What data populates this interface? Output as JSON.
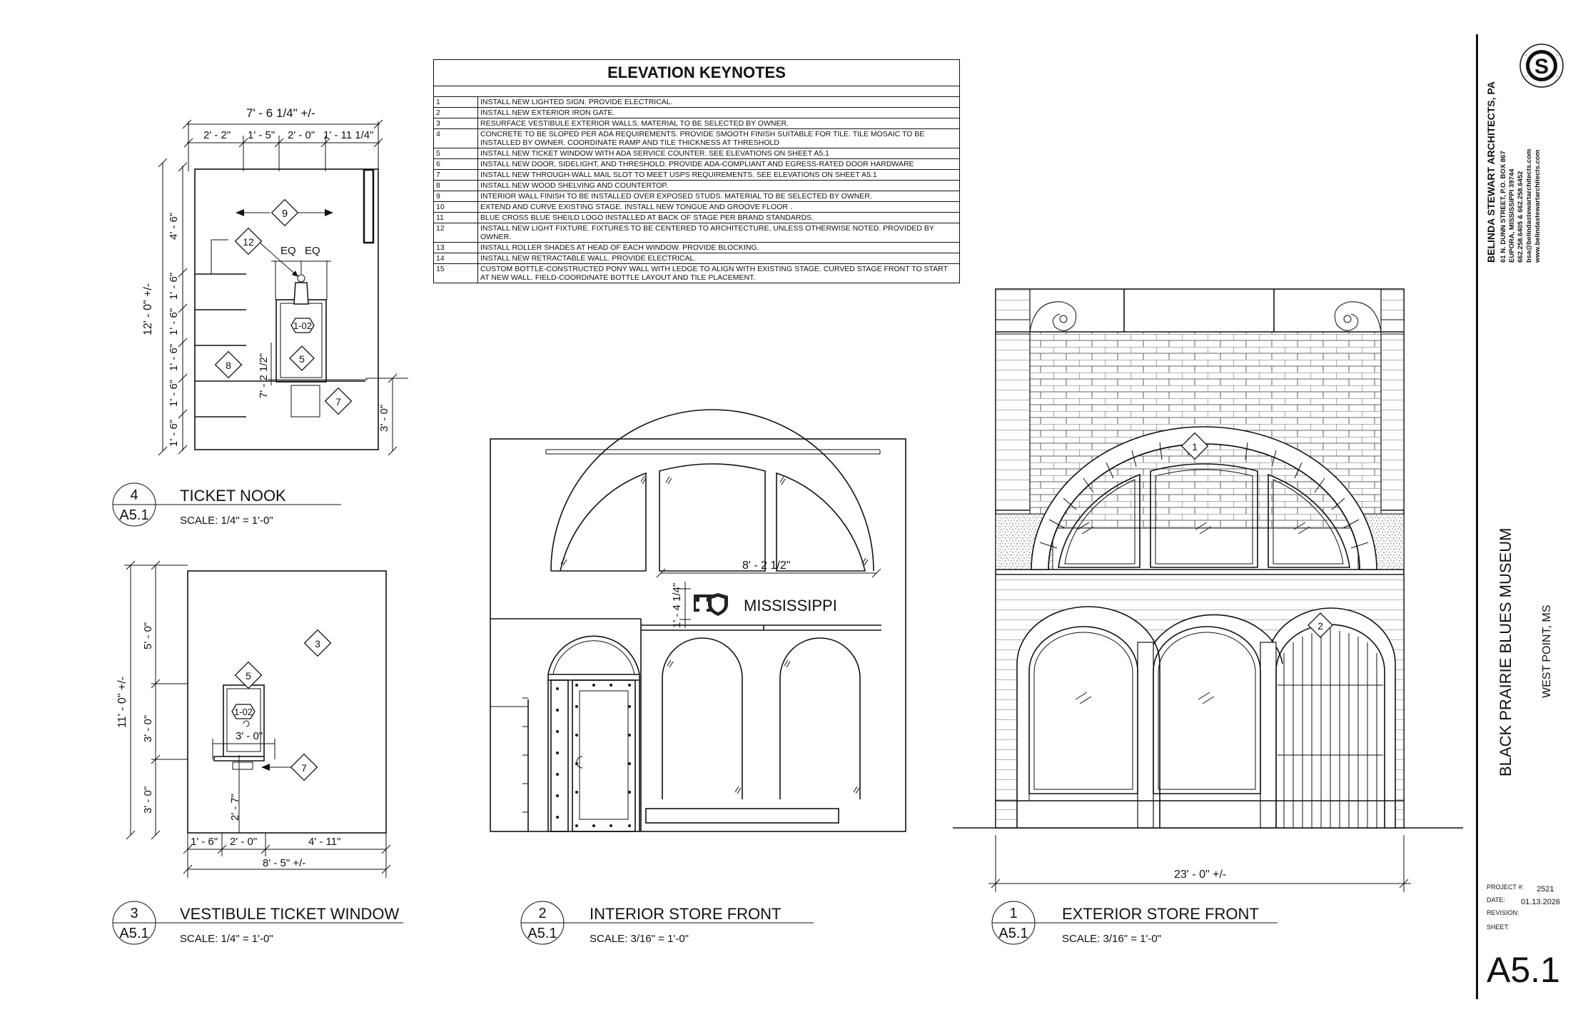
{
  "keynotes": {
    "title": "ELEVATION KEYNOTES",
    "items": [
      {
        "num": "1",
        "text": "INSTALL NEW LIGHTED SIGN. PROVIDE ELECTRICAL."
      },
      {
        "num": "2",
        "text": "INSTALL NEW EXTERIOR IRON GATE."
      },
      {
        "num": "3",
        "text": "RESURFACE VESTIBULE EXTERIOR WALLS. MATERIAL TO BE SELECTED BY OWNER."
      },
      {
        "num": "4",
        "text": "CONCRETE TO BE SLOPED PER ADA REQUIREMENTS. PROVIDE SMOOTH FINISH SUITABLE FOR TILE. TILE MOSAIC TO BE INSTALLED BY OWNER. COORDINATE RAMP AND TILE THICKNESS AT THRESHOLD"
      },
      {
        "num": "5",
        "text": "INSTALL NEW TICKET WINDOW WITH ADA SERVICE COUNTER. SEE ELEVATIONS ON SHEET A5.1"
      },
      {
        "num": "6",
        "text": "INSTALL NEW DOOR, SIDELIGHT, AND THRESHOLD. PROVIDE ADA-COMPLIANT AND EGRESS-RATED DOOR HARDWARE"
      },
      {
        "num": "7",
        "text": "INSTALL NEW THROUGH-WALL MAIL SLOT TO MEET USPS REQUIREMENTS. SEE ELEVATIONS ON SHEET A5.1"
      },
      {
        "num": "8",
        "text": "INSTALL NEW WOOD SHELVING AND COUNTERTOP."
      },
      {
        "num": "9",
        "text": "INTERIOR WALL FINISH TO BE INSTALLED OVER EXPOSED STUDS. MATERIAL TO BE SELECTED BY OWNER."
      },
      {
        "num": "10",
        "text": "EXTEND AND CURVE EXISTING STAGE. INSTALL NEW TONGUE AND GROOVE FLOOR ."
      },
      {
        "num": "11",
        "text": "BLUE CROSS BLUE SHEILD LOGO INSTALLED AT BACK OF STAGE PER BRAND STANDARDS."
      },
      {
        "num": "12",
        "text": "INSTALL NEW LIGHT FIXTURE. FIXTURES TO BE CENTERED TO ARCHITECTURE, UNLESS OTHERWISE NOTED. PROVIDED BY OWNER."
      },
      {
        "num": "13",
        "text": "INSTALL ROLLER SHADES AT HEAD OF EACH WINDOW. PROVIDE BLOCKING."
      },
      {
        "num": "14",
        "text": "INSTALL NEW RETRACTABLE WALL. PROVIDE ELECTRICAL."
      },
      {
        "num": "15",
        "text": "CUSTOM BOTTLE-CONSTRUCTED PONY WALL WITH LEDGE TO ALIGN WITH EXISTING STAGE. CURVED STAGE FRONT TO START AT NEW WALL. FIELD-COORDINATE BOTTLE LAYOUT AND TILE PLACEMENT."
      }
    ]
  },
  "drawings": {
    "ticket_nook": {
      "num": "4",
      "sheet": "A5.1",
      "title": "TICKET NOOK",
      "scale": "SCALE:  1/4\" = 1'-0\"",
      "dims": {
        "overall": "7' - 6 1/4\" +/-",
        "seg1": "2' - 2\"",
        "seg2": "1' - 5\"",
        "seg3": "2' - 0\"",
        "seg4": "1' - 11 1/4\"",
        "height": "12' - 0\" +/-",
        "upper": "4' - 6\"",
        "shelf1": "1' - 6\"",
        "shelf2": "1' - 6\"",
        "shelf3": "1' - 6\"",
        "shelf4": "1' - 6\"",
        "shelf5": "1' - 6\"",
        "window_h": "7' - 2 1/2\"",
        "counter": "3' - 0\"",
        "eq1": "EQ",
        "eq2": "EQ"
      },
      "tags": {
        "t9": "9",
        "t12": "12",
        "t8": "8",
        "t102": "1-02",
        "t5": "5",
        "t7": "7"
      }
    },
    "vestibule": {
      "num": "3",
      "sheet": "A5.1",
      "title": "VESTIBULE TICKET WINDOW",
      "scale": "SCALE:  1/4\" = 1'-0\"",
      "dims": {
        "height": "11' - 0\" +/-",
        "top": "5' - 0\"",
        "mid": "3' - 0\"",
        "bot": "3' - 0\"",
        "win": "3' - 0\"",
        "sill": "2' - 7\"",
        "w1": "1' - 6\"",
        "w2": "2' - 0\"",
        "w3": "4' - 11\"",
        "overall": "8' - 5\" +/-"
      },
      "tags": {
        "t3": "3",
        "t5": "5",
        "t102": "1-02",
        "t7": "7"
      }
    },
    "interior": {
      "num": "2",
      "sheet": "A5.1",
      "title": "INTERIOR STORE FRONT",
      "scale": "SCALE:  3/16\" = 1'-0\"",
      "dims": {
        "width": "8' - 2 1/2\"",
        "height": "1' - 4 1/4\""
      },
      "logo": "MISSISSIPPI"
    },
    "exterior": {
      "num": "1",
      "sheet": "A5.1",
      "title": "EXTERIOR STORE FRONT",
      "scale": "SCALE:  3/16\" = 1'-0\"",
      "dims": {
        "width": "23' - 0\" +/-"
      },
      "tags": {
        "t1": "1",
        "t2": "2"
      }
    }
  },
  "titleblock": {
    "firm": "BELINDA STEWART ARCHITECTS, PA",
    "address1": "61 N. DUNN STREET, P.O. BOX 867",
    "address2": "EUPORA, MISSISSIPPI 39744",
    "phone": "662.258.6405 & 662.258.6452",
    "email": "bsa@belindastewartarchitects.com",
    "web": "www.belindastewartarchitects.com",
    "logo_letter": "S",
    "project_name": "BLACK PRAIRIE BLUES MUSEUM",
    "location": "WEST POINT, MS",
    "project_label": "PROJECT #:",
    "project_value": "2521",
    "date_label": "DATE:",
    "date_value": "01.13.2026",
    "revision_label": "REVISION:",
    "sheet_label": "SHEET:",
    "sheet_number": "A5.1"
  }
}
